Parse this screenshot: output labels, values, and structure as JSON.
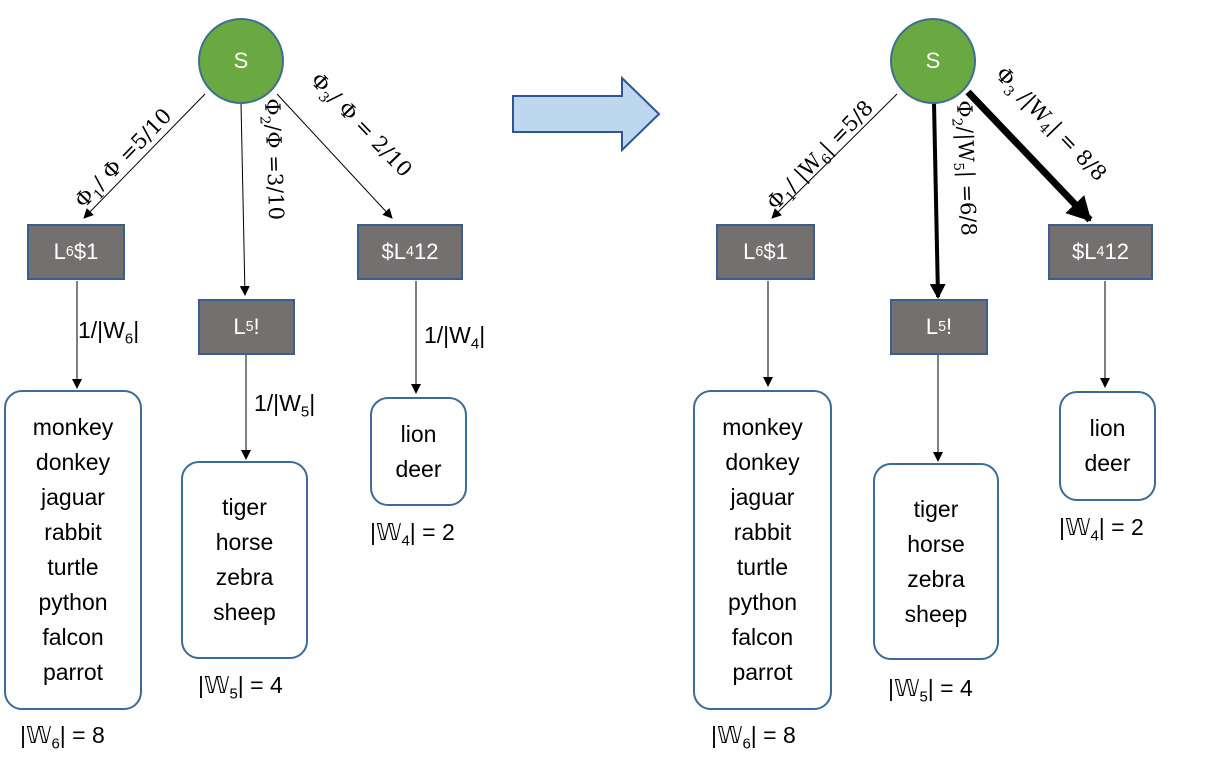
{
  "left": {
    "root": "S",
    "nodes": [
      {
        "id": "n6",
        "pre": "L",
        "sub": "6",
        "post": "$1"
      },
      {
        "id": "n5",
        "pre": "L",
        "sub": "5",
        "post": "!"
      },
      {
        "id": "n4",
        "pre": "$L",
        "sub": "4",
        "post": "12"
      }
    ],
    "edges": [
      {
        "pre": "Φ",
        "sub": "1",
        "post": "/ Φ =5/10"
      },
      {
        "pre": "Φ",
        "sub": "2",
        "post": "/Φ =3/10"
      },
      {
        "pre": "Φ",
        "sub": "3",
        "post": "/ Φ = 2/10"
      }
    ],
    "prob_labels": [
      {
        "pre": "1/|W",
        "sub": "6",
        "post": "|"
      },
      {
        "pre": "1/|W",
        "sub": "5",
        "post": "|"
      },
      {
        "pre": "1/|W",
        "sub": "4",
        "post": "|"
      }
    ],
    "word_sets": [
      [
        "monkey",
        "donkey",
        "jaguar",
        "rabbit",
        "turtle",
        "python",
        "falcon",
        "parrot"
      ],
      [
        "tiger",
        "horse",
        "zebra",
        "sheep"
      ],
      [
        "lion",
        "deer"
      ]
    ],
    "counts": [
      {
        "pre": "|𝕎",
        "sub": "6",
        "post": "| = 8"
      },
      {
        "pre": "|𝕎",
        "sub": "5",
        "post": "| = 4"
      },
      {
        "pre": "|𝕎",
        "sub": "4",
        "post": "| = 2"
      }
    ]
  },
  "right": {
    "root": "S",
    "nodes": [
      {
        "id": "n6",
        "pre": "L",
        "sub": "6",
        "post": "$1"
      },
      {
        "id": "n5",
        "pre": "L",
        "sub": "5",
        "post": "!"
      },
      {
        "id": "n4",
        "pre": "$L",
        "sub": "4",
        "post": "12"
      }
    ],
    "edges": [
      {
        "pre": "Φ",
        "sub": "1",
        "post": "/ |W",
        "sub2": "6",
        "post2": "| =5/8"
      },
      {
        "pre": "Φ",
        "sub": "2",
        "post": "/|W",
        "sub2": "5",
        "post2": "| =6/8"
      },
      {
        "pre": "Φ",
        "sub": "3",
        "post": " /|W",
        "sub2": "4",
        "post2": "| = 8/8"
      }
    ],
    "word_sets": [
      [
        "monkey",
        "donkey",
        "jaguar",
        "rabbit",
        "turtle",
        "python",
        "falcon",
        "parrot"
      ],
      [
        "tiger",
        "horse",
        "zebra",
        "sheep"
      ],
      [
        "lion",
        "deer"
      ]
    ],
    "counts": [
      {
        "pre": "|𝕎",
        "sub": "6",
        "post": "| = 8"
      },
      {
        "pre": "|𝕎",
        "sub": "5",
        "post": "| = 4"
      },
      {
        "pre": "|𝕎",
        "sub": "4",
        "post": "| = 2"
      }
    ]
  },
  "colors": {
    "root_fill": "#6aa842",
    "node_fill": "#747070",
    "arrow_fill": "#bdd7ee",
    "border": "#3a6b9a"
  }
}
